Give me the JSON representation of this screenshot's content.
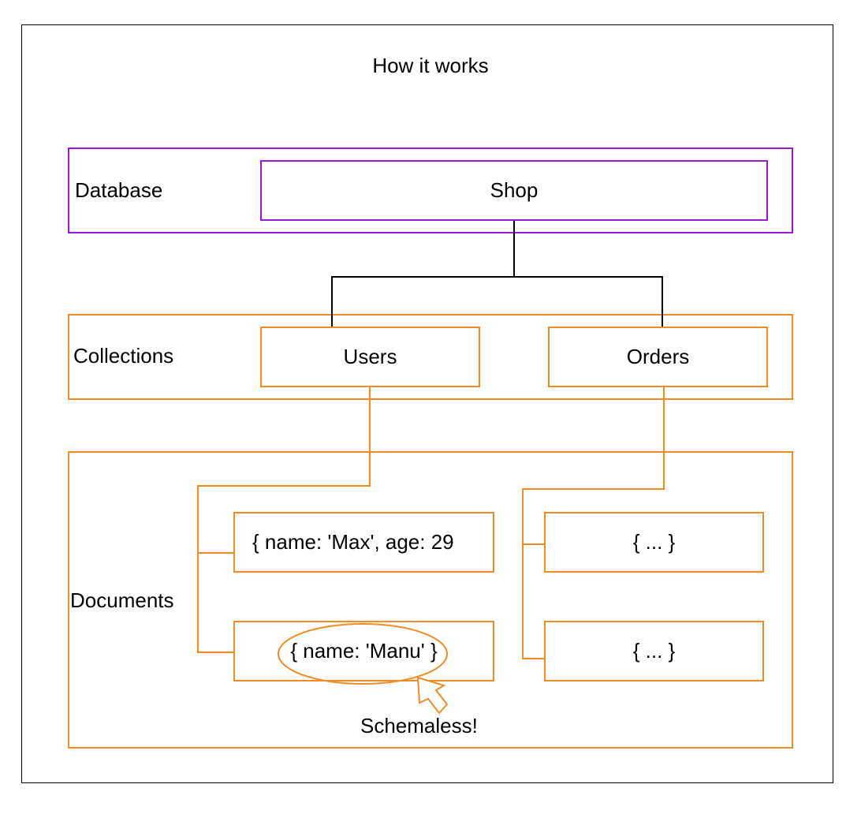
{
  "title": "How it works",
  "colors": {
    "database": "#9c18d8",
    "collections": "#f08c22",
    "documents": "#f08c22",
    "lines": "#000000"
  },
  "database": {
    "label": "Database",
    "node": "Shop"
  },
  "collections": {
    "label": "Collections",
    "nodes": [
      "Users",
      "Orders"
    ]
  },
  "documents": {
    "label": "Documents",
    "users_docs": [
      "{ name: 'Max', age: 29",
      "{ name: 'Manu' }"
    ],
    "orders_docs": [
      "{ ... }",
      "{ ... }"
    ]
  },
  "callout": {
    "text": "Schemaless!"
  }
}
